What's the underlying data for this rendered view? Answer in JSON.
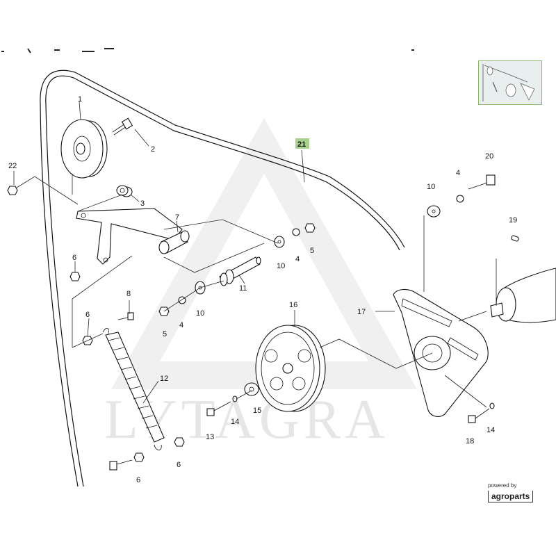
{
  "watermark": "LYTAGRA",
  "powered_by": {
    "line1": "powered by",
    "line2": "agroparts"
  },
  "highlight_color": "#a9d18e",
  "labels": [
    {
      "id": "l1",
      "text": "1"
    },
    {
      "id": "l2",
      "text": "2"
    },
    {
      "id": "l3",
      "text": "3"
    },
    {
      "id": "l4a",
      "text": "4"
    },
    {
      "id": "l4b",
      "text": "4"
    },
    {
      "id": "l4c",
      "text": "4"
    },
    {
      "id": "l5a",
      "text": "5"
    },
    {
      "id": "l5b",
      "text": "5"
    },
    {
      "id": "l6a",
      "text": "6"
    },
    {
      "id": "l6b",
      "text": "6"
    },
    {
      "id": "l6c",
      "text": "6"
    },
    {
      "id": "l6d",
      "text": "6"
    },
    {
      "id": "l7",
      "text": "7"
    },
    {
      "id": "l8",
      "text": "8"
    },
    {
      "id": "l10a",
      "text": "10"
    },
    {
      "id": "l10b",
      "text": "10"
    },
    {
      "id": "l10c",
      "text": "10"
    },
    {
      "id": "l11",
      "text": "11"
    },
    {
      "id": "l12",
      "text": "12"
    },
    {
      "id": "l13",
      "text": "13"
    },
    {
      "id": "l14a",
      "text": "14"
    },
    {
      "id": "l14b",
      "text": "14"
    },
    {
      "id": "l15",
      "text": "15"
    },
    {
      "id": "l16",
      "text": "16"
    },
    {
      "id": "l17",
      "text": "17"
    },
    {
      "id": "l18",
      "text": "18"
    },
    {
      "id": "l19",
      "text": "19"
    },
    {
      "id": "l20",
      "text": "20"
    },
    {
      "id": "l21",
      "text": "21"
    },
    {
      "id": "l22",
      "text": "22"
    }
  ]
}
